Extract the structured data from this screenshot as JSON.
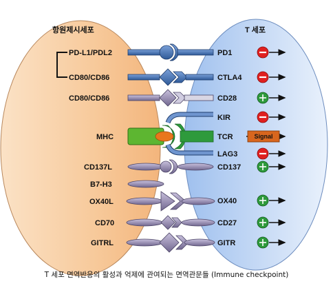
{
  "left_cell_title": "항원제시세포",
  "right_cell_title": "T 세포",
  "apc_ligands": [
    "PD-L1/PDL2",
    "CD80/CD86",
    "CD80/CD86",
    "MHC",
    "CD137L",
    "B7-H3",
    "OX40L",
    "CD70",
    "GITRL"
  ],
  "tcell_receptors": [
    "PD1",
    "CTLA4",
    "CD28",
    "KIR",
    "TCR",
    "LAG3",
    "CD137",
    "OX40",
    "CD27",
    "GITR"
  ],
  "signal_label": "Signal",
  "signal_icons": {
    "PD1": "inhibitory-icon",
    "CTLA4": "inhibitory-icon",
    "CD28": "stimulatory-icon",
    "KIR": "inhibitory-icon",
    "TCR": "signal-box",
    "LAG3": "inhibitory-icon",
    "CD137": "stimulatory-icon",
    "OX40": "stimulatory-icon",
    "CD27": "stimulatory-icon",
    "GITR": "stimulatory-icon"
  },
  "colors": {
    "apc_cell": "#f6c99d",
    "tcell": "#a9c8f2",
    "inhibitory_pair": "#3f6aa8",
    "stimulatory_pair": "#8a7ea6",
    "inhibitory_icon": "#e02020",
    "stimulatory_icon": "#2e9a3c",
    "mhc": "#4fae2c",
    "tcr": "#2e9a3c",
    "signal_box": "#d8661e"
  },
  "caption": "T 세포 면역반응의 활성과 억제에 관여되는 면역관문들 (Immune checkpoint)"
}
